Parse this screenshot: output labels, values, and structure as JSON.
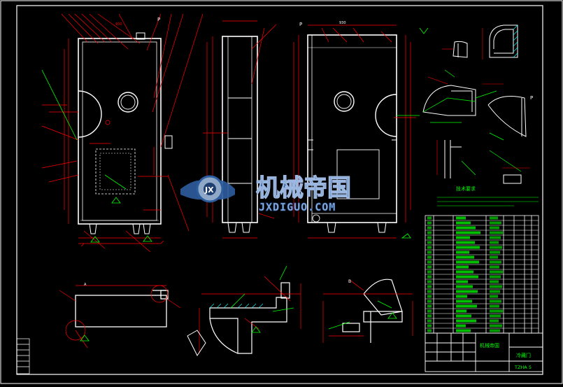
{
  "drawing": {
    "revision_mark": "P",
    "section_mark_a": "A",
    "section_mark_b": "B",
    "dim_top": "930",
    "dim_top_right": "930"
  },
  "technical_requirements": {
    "heading": "技术要求"
  },
  "title_block": {
    "company": "机械帝国",
    "part_name": "冷藏门",
    "drawing_no": "TZHA 5"
  },
  "watermark": {
    "chinese": "机械帝国",
    "latin": "JXDIGUO.COM"
  },
  "colors": {
    "background": "#000000",
    "outline": "#ffffff",
    "dimension": "#ff0000",
    "annotation": "#00ff00",
    "hatch": "#00ffff",
    "watermark_blue": "#2d5d9f"
  }
}
